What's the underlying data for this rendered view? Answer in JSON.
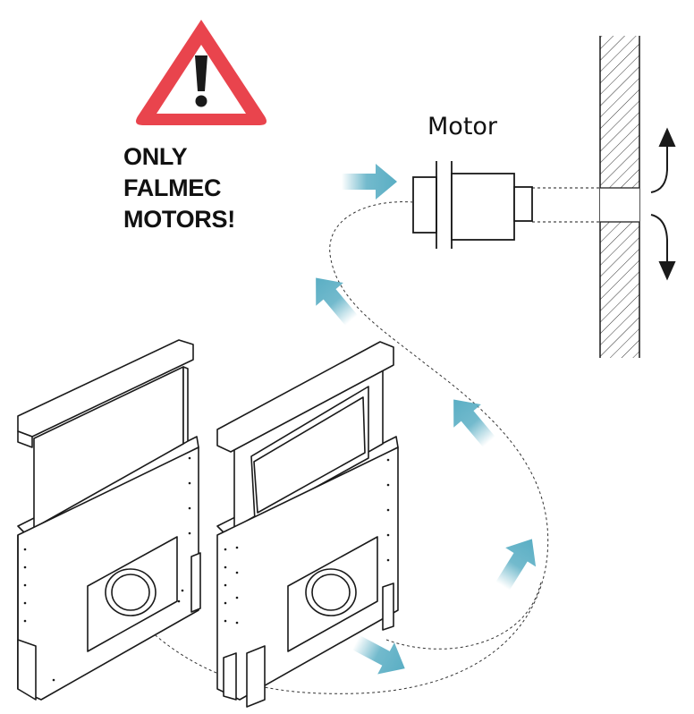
{
  "warning": {
    "lines": [
      "ONLY",
      "FALMEC",
      "MOTORS!"
    ],
    "triangle_color": "#e9444d",
    "mark": "!"
  },
  "motor": {
    "label": "Motor"
  },
  "colors": {
    "airflow_arrow": "#5aaec4",
    "line": "#1a1a1a"
  },
  "icons": [
    "warning-triangle-icon",
    "airflow-arrow-icon",
    "exhaust-arrow-icon"
  ]
}
